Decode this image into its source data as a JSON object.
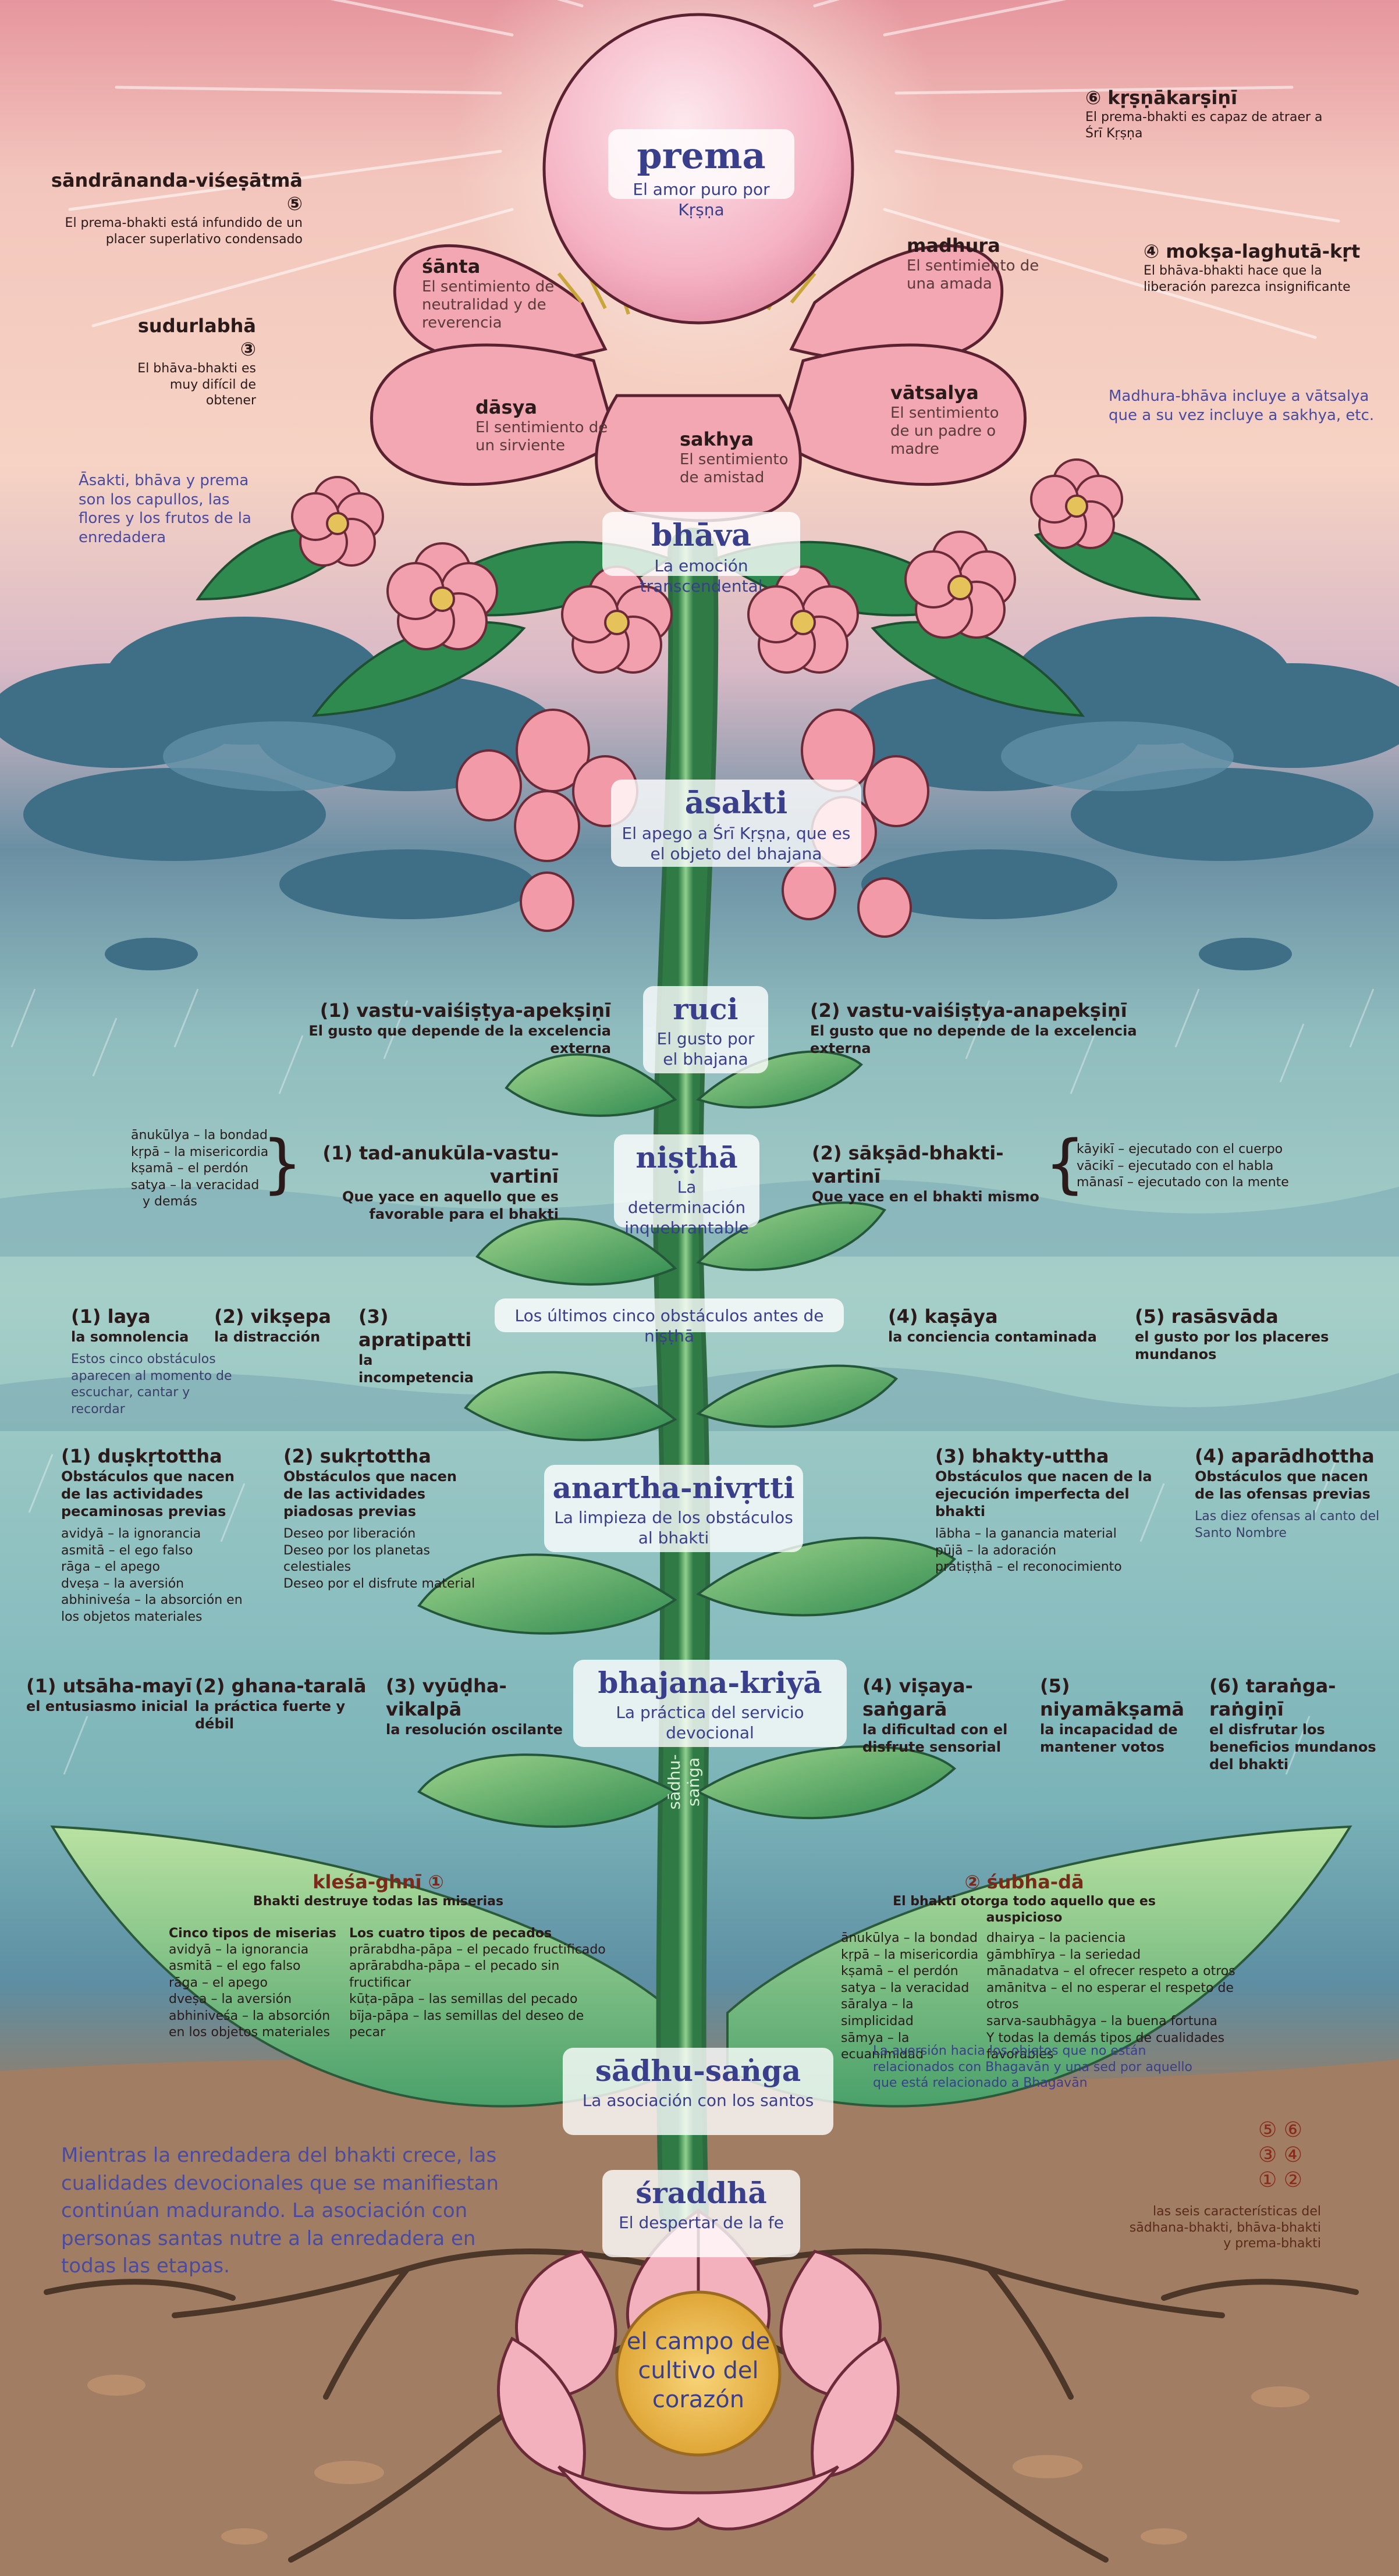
{
  "colors": {
    "sky_top": "#e8a0a0",
    "sky_mid": "#f6d4c8",
    "cloud": "#3f6f86",
    "rain": "#6aa8b6",
    "soil": "#9a7a62",
    "stem": "#6db07a",
    "petal": "#f2a7b2",
    "accent": "#3a3f8c"
  },
  "prema": {
    "title": "prema",
    "subtitle": "El amor puro por Kṛṣṇa"
  },
  "top_left": {
    "item5_title": "sāndrānanda-viśeṣātmā ⑤",
    "item5_desc": "El prema-bhakti está infundido de un placer superlativo condensado",
    "item3_title": "sudurlabhā ③",
    "item3_desc": "El bhāva-bhakti es muy difícil de obtener",
    "note": "Āsakti, bhāva y prema son los capullos, las flores y los frutos de la enredadera"
  },
  "top_right": {
    "item6_title": "⑥ kṛṣṇākarṣiṇī",
    "item6_desc": "El prema-bhakti es capaz de atraer a Śrī Kṛṣṇa",
    "item4_title": "④ mokṣa-laghutā-kṛt",
    "item4_desc": "El bhāva-bhakti hace que la liberación parezca insignificante",
    "note": "Madhura-bhāva incluye a vātsalya que a su vez incluye a sakhya, etc."
  },
  "petals": {
    "santa_title": "śānta",
    "santa_desc": "El sentimiento de neutralidad y de reverencia",
    "madhura_title": "madhura",
    "madhura_desc": "El sentimiento de una amada",
    "dasya_title": "dāsya",
    "dasya_desc": "El sentimiento de un sirviente",
    "vatsalya_title": "vātsalya",
    "vatsalya_desc": "El sentimiento de un padre o madre",
    "sakhya_title": "sakhya",
    "sakhya_desc": "El sentimiento de amistad"
  },
  "bhava": {
    "title": "bhāva",
    "subtitle": "La emoción transcendental"
  },
  "asakti": {
    "title": "āsakti",
    "subtitle": "El apego a Śrī Kṛṣṇa, que es el objeto del bhajana"
  },
  "ruci": {
    "title": "ruci",
    "subtitle": "El gusto por el bhajana",
    "left_title": "(1) vastu-vaiśiṣṭya-apekṣiṇī",
    "left_desc": "El gusto que depende de la excelencia externa",
    "right_title": "(2) vastu-vaiśiṣṭya-anapekṣiṇī",
    "right_desc": "El gusto que no depende de la excelencia externa"
  },
  "nistha": {
    "title": "niṣṭhā",
    "subtitle": "La determinación inquebrantable",
    "left_list": [
      "ānukūlya – la bondad",
      "kṛpā – la misericordia",
      "kṣamā – el perdón",
      "satya – la veracidad",
      "y demás"
    ],
    "left_title": "(1) tad-anukūla-vastu-vartinī",
    "left_desc": "Que yace en aquello que es favorable para el bhakti",
    "right_title": "(2) sākṣād-bhakti-vartinī",
    "right_desc": "Que yace en el bhakti mismo",
    "right_list": [
      "kāyikī – ejecutado con el cuerpo",
      "vācikī – ejecutado con el habla",
      "mānasī – ejecutado con la mente"
    ]
  },
  "obstacles": {
    "center": "Los últimos cinco obstáculos antes de niṣṭhā",
    "o1_title": "(1) laya",
    "o1_desc": "la somnolencia",
    "o1_note": "Estos cinco obstáculos aparecen al momento de escuchar, cantar y recordar",
    "o2_title": "(2) vikṣepa",
    "o2_desc": "la distracción",
    "o3_title": "(3) apratipatti",
    "o3_desc": "la incompetencia",
    "o4_title": "(4) kaṣāya",
    "o4_desc": "la conciencia contaminada",
    "o5_title": "(5) rasāsvāda",
    "o5_desc": "el gusto por los placeres mundanos"
  },
  "anartha": {
    "title": "anartha-nivṛtti",
    "subtitle": "La limpieza de los obstáculos al bhakti",
    "a1_title": "(1) duṣkṛtottha",
    "a1_desc": "Obstáculos que nacen de las actividades pecaminosas previas",
    "a1_list": [
      "avidyā – la ignorancia",
      "asmitā – el ego falso",
      "rāga – el apego",
      "dveṣa – la aversión",
      "abhiniveśa – la absorción en los objetos materiales"
    ],
    "a2_title": "(2) sukṛtottha",
    "a2_desc": "Obstáculos que nacen de las actividades piadosas previas",
    "a2_list": [
      "Deseo por liberación",
      "Deseo por los planetas celestiales",
      "Deseo por el disfrute material"
    ],
    "a3_title": "(3) bhakty-uttha",
    "a3_desc": "Obstáculos que nacen de la ejecución imperfecta del bhakti",
    "a3_list": [
      "lābha – la ganancia material",
      "pūjā – la adoración",
      "pratiṣṭhā – el reconocimiento"
    ],
    "a4_title": "(4) aparādhottha",
    "a4_desc": "Obstáculos que nacen de las ofensas previas",
    "a4_list": [
      "Las diez ofensas al canto del Santo Nombre"
    ]
  },
  "bhajana": {
    "title": "bhajana-kriyā",
    "subtitle": "La práctica del servicio devocional",
    "b1_title": "(1) utsāha-mayī",
    "b1_desc": "el entusiasmo inicial",
    "b2_title": "(2) ghana-taralā",
    "b2_desc": "la práctica fuerte y débil",
    "b3_title": "(3) vyūḍha-vikalpā",
    "b3_desc": "la resolución oscilante",
    "b4_title": "(4) viṣaya-saṅgarā",
    "b4_desc": "la dificultad con el disfrute sensorial",
    "b5_title": "(5) niyamākṣamā",
    "b5_desc": "la incapacidad de mantener votos",
    "b6_title": "(6) taraṅga-raṅgiṇī",
    "b6_desc": "el disfrutar los beneficios mundanos del bhakti"
  },
  "klesa": {
    "title": "kleśa-ghnī ①",
    "subtitle": "Bhakti destruye todas las miserias",
    "col1_title": "Cinco tipos de miserias",
    "col1_list": [
      "avidyā – la ignorancia",
      "asmitā – el ego falso",
      "rāga – el apego",
      "dveṣa – la aversión",
      "abhiniveśa – la absorción en los objetos materiales"
    ],
    "col2_title": "Los cuatro tipos de pecados",
    "col2_list": [
      "prārabdha-pāpa – el pecado fructificado",
      "aprārabdha-pāpa – el pecado sin fructificar",
      "kūṭa-pāpa – las semillas del pecado",
      "bīja-pāpa – las semillas del deseo de pecar"
    ]
  },
  "subha": {
    "title": "② śubha-dā",
    "subtitle": "El bhakti otorga todo aquello que es auspicioso",
    "col1_list": [
      "ānukūlya – la bondad",
      "kṛpā – la misericordia",
      "kṣamā – el perdón",
      "satya – la veracidad",
      "sāralya – la simplicidad",
      "sāmya – la ecuanimidad"
    ],
    "col2_list": [
      "dhairya – la paciencia",
      "gāmbhīrya – la seriedad",
      "mānadatva – el ofrecer respeto a otros",
      "amānitva – el no esperar el respeto de otros",
      "sarva-saubhāgya – la buena fortuna",
      "Y todas la demás tipos de cualidades favorables"
    ],
    "note": "La aversión hacia los objetos que no están relacionados con Bhagavān y una sed por aquello que está relacionado a Bhagavān"
  },
  "sadhu": {
    "title": "sādhu-saṅga",
    "subtitle": "La asociación con los santos",
    "stem_label": "sādhu-saṅga"
  },
  "sraddha": {
    "title": "śraddhā",
    "subtitle": "El despertar de la fe"
  },
  "bottom_note": "Mientras la enredadera del bhakti crece, las cualidades devocionales que se manifiestan continúan madurando. La asociación con personas santas nutre a la enredadera en todas las etapas.",
  "legend": {
    "nums_row1": "⑤ ⑥",
    "nums_row2": "③ ④",
    "nums_row3": "① ②",
    "text": "las seis características del sādhana-bhakti, bhāva-bhakti y prema-bhakti"
  },
  "heart": {
    "text": "el campo de cultivo del corazón"
  }
}
